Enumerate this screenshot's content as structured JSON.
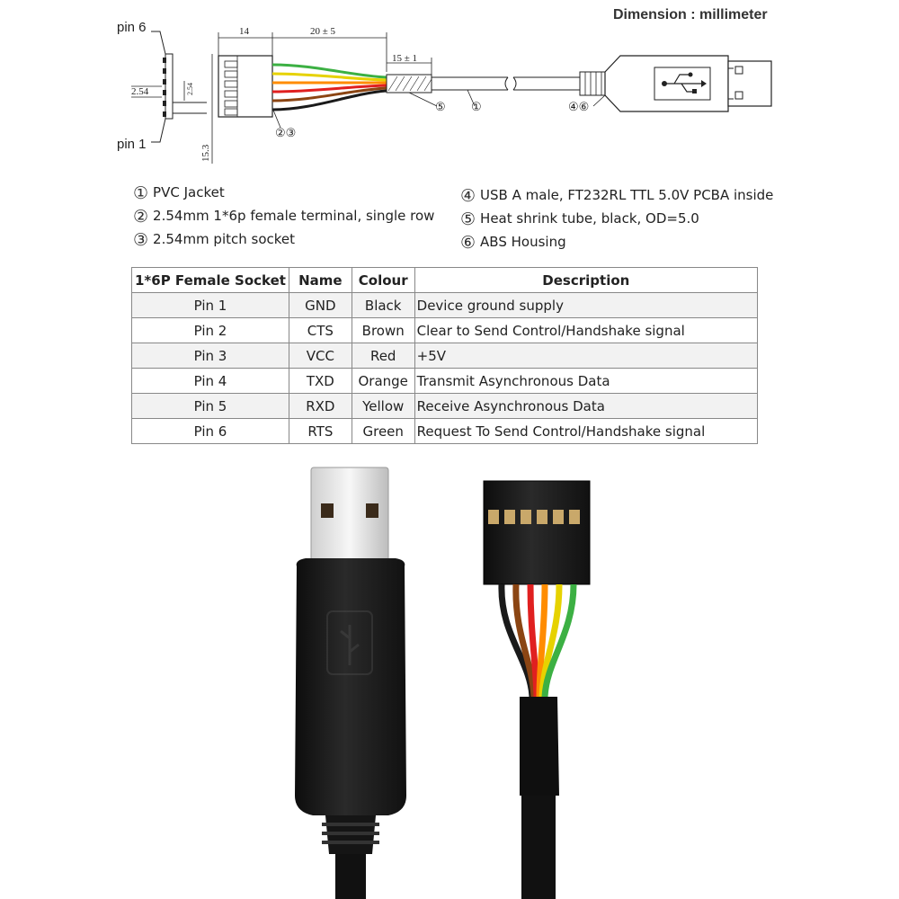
{
  "dimension_title": "Dimension : millimeter",
  "drawing": {
    "pin6_label": "pin 6",
    "pin1_label": "pin 1",
    "dim_pitch": "2.54",
    "dim_small": "2.54",
    "dim_height": "15.3",
    "dim_socket_len": "14",
    "dim_wire_len": "20 ± 5",
    "dim_tube_len": "15 ± 1",
    "callout_socket": "②③",
    "callout_tube": "⑤",
    "callout_jacket": "①",
    "callout_housing": "④⑥"
  },
  "legend": [
    {
      "num": "①",
      "text": "PVC Jacket"
    },
    {
      "num": "②",
      "text": "2.54mm 1*6p female terminal, single row"
    },
    {
      "num": "③",
      "text": "2.54mm pitch socket"
    },
    {
      "num": "④",
      "text": "USB A male, FT232RL TTL 5.0V PCBA inside"
    },
    {
      "num": "⑤",
      "text": "Heat shrink tube, black, OD=5.0"
    },
    {
      "num": "⑥",
      "text": "ABS Housing"
    }
  ],
  "table": {
    "headers": [
      "1*6P Female Socket",
      "Name",
      "Colour",
      "Description"
    ],
    "rows": [
      {
        "pin": "Pin 1",
        "name": "GND",
        "colour": "Black",
        "desc": "Device ground supply"
      },
      {
        "pin": "Pin 2",
        "name": "CTS",
        "colour": "Brown",
        "desc": "Clear to Send Control/Handshake signal"
      },
      {
        "pin": "Pin 3",
        "name": "VCC",
        "colour": "Red",
        "desc": "+5V"
      },
      {
        "pin": "Pin 4",
        "name": "TXD",
        "colour": "Orange",
        "desc": "Transmit Asynchronous Data"
      },
      {
        "pin": "Pin 5",
        "name": "RXD",
        "colour": "Yellow",
        "desc": "Receive Asynchronous Data"
      },
      {
        "pin": "Pin 6",
        "name": "RTS",
        "colour": "Green",
        "desc": "Request To Send Control/Handshake signal"
      }
    ]
  },
  "wire_colors": {
    "black": "#1a1a1a",
    "brown": "#8b4513",
    "red": "#e02020",
    "orange": "#ff8c00",
    "yellow": "#e6d200",
    "green": "#3cb043"
  },
  "icons": {
    "usb_logo": "usb-icon"
  }
}
